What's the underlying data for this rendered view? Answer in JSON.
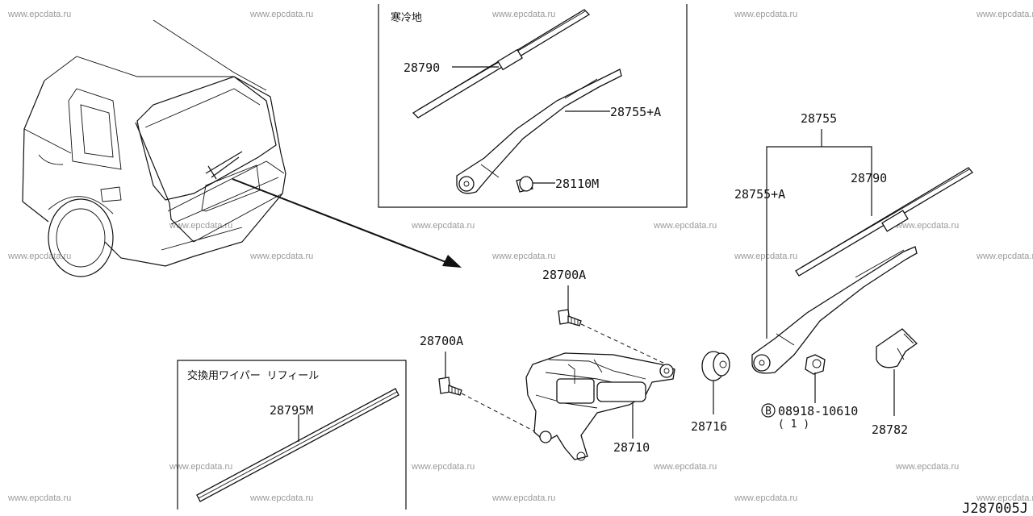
{
  "watermark": "www.epcdata.ru",
  "diagram_code": "J287005J",
  "boxes": {
    "cold_region_title": "寒冷地",
    "refill_title": "交換用ワイパー リフィール"
  },
  "parts": {
    "blade_cold": "28790",
    "arm_cold": "28755+A",
    "cap_cold": "28110M",
    "assy_header": "28755",
    "arm": "28755+A",
    "blade": "28790",
    "bolt_upper": "28700A",
    "bolt_left": "28700A",
    "motor": "28710",
    "grommet": "28716",
    "nut_code": "08918-10610",
    "nut_qty": "( 1 )",
    "nut_prefix": "B",
    "cover": "28782",
    "refill": "28795M"
  }
}
